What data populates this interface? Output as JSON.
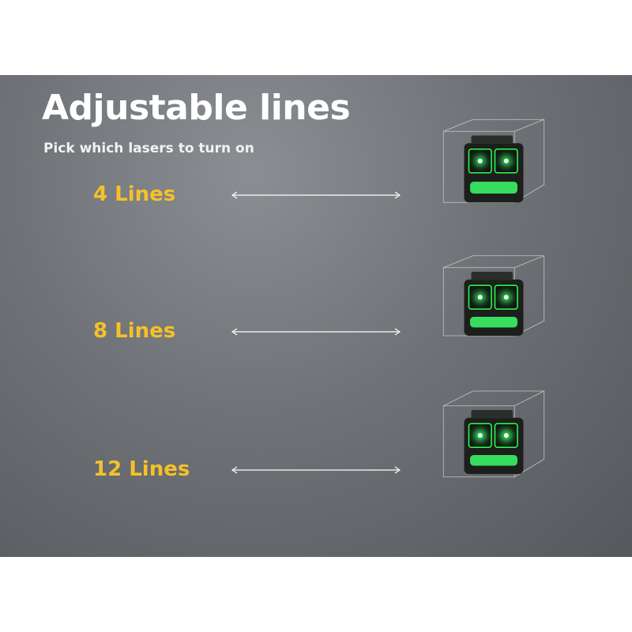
{
  "header": {
    "title": "Adjustable lines",
    "subtitle": "Pick which lasers to turn on"
  },
  "options": [
    {
      "label": "4 Lines"
    },
    {
      "label": "8 Lines"
    },
    {
      "label": "12 Lines"
    }
  ],
  "colors": {
    "accent": "#f5c12a",
    "laser": "#2cff52",
    "background": "#6f7276"
  }
}
